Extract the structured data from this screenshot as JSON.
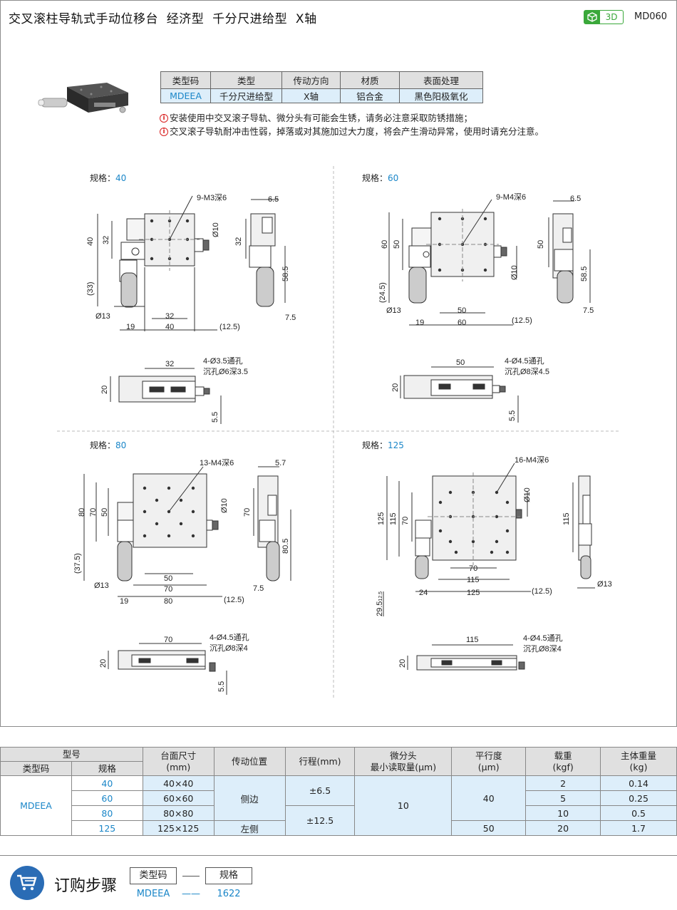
{
  "header": {
    "title": "交叉滚柱导轨式手动位移台  经济型  千分尺进给型  X轴",
    "badge_3d": "3D",
    "code": "MD060"
  },
  "spec_table": {
    "headers": [
      "类型码",
      "类型",
      "传动方向",
      "材质",
      "表面处理"
    ],
    "row": [
      "MDEEA",
      "千分尺进给型",
      "X轴",
      "铝合金",
      "黑色阳极氧化"
    ]
  },
  "notes": [
    "安装使用中交叉滚子导轨、微分头有可能会生锈，请务必注意采取防锈措施；",
    "交叉滚子导轨耐冲击性弱，掉落或对其施加过大力度，将会产生滑动异常，使用时请充分注意。"
  ],
  "drawings": {
    "spec_prefix": "规格：",
    "d40": {
      "size": "40",
      "top": {
        "holes": "9-M3深6",
        "d65": "6.5",
        "d40": "40",
        "d32v": "32",
        "d33": "(33)",
        "phi10": "Ø10",
        "d32r": "32",
        "d585": "58.5",
        "phi13": "Ø13",
        "d32h": "32",
        "d19": "19",
        "d40h": "40",
        "d125": "(12.5)",
        "d75": "7.5"
      },
      "side": {
        "d32": "32",
        "holes1": "4-Ø3.5通孔",
        "holes2": "沉孔Ø6深3.5",
        "d20": "20",
        "d55": "5.5"
      }
    },
    "d60": {
      "size": "60",
      "top": {
        "holes": "9-M4深6",
        "d65": "6.5",
        "d60": "60",
        "d50v": "50",
        "d245": "(24.5)",
        "phi10": "Ø10",
        "d50r": "50",
        "d585": "58.5",
        "phi13": "Ø13",
        "d50h": "50",
        "d19": "19",
        "d60h": "60",
        "d125": "(12.5)",
        "d75": "7.5"
      },
      "side": {
        "d50": "50",
        "holes1": "4-Ø4.5通孔",
        "holes2": "沉孔Ø8深4.5",
        "d20": "20",
        "d55": "5.5"
      }
    },
    "d80": {
      "size": "80",
      "top": {
        "holes": "13-M4深6",
        "d57": "5.7",
        "d80": "80",
        "d70": "70",
        "d50": "50",
        "d375": "(37.5)",
        "phi10": "Ø10",
        "d70r": "70",
        "d805": "80.5",
        "phi13": "Ø13",
        "d50h": "50",
        "d70h": "70",
        "d19": "19",
        "d80h": "80",
        "d125": "(12.5)",
        "d75": "7.5"
      },
      "side": {
        "d70": "70",
        "holes1": "4-Ø4.5通孔",
        "holes2": "沉孔Ø8深4",
        "d20": "20",
        "d55": "5.5"
      }
    },
    "d125": {
      "size": "125",
      "top": {
        "holes": "16-M4深6",
        "phi10": "Ø10",
        "d125v": "125",
        "d115v": "115",
        "d70v": "70",
        "d115r": "115",
        "phi13": "Ø13",
        "d70h": "70",
        "d115h": "115",
        "d24": "24",
        "d125h": "125",
        "d125p": "(12.5)",
        "d295": "29.5",
        "d295s": "12.5"
      },
      "side": {
        "d115": "115",
        "holes1": "4-Ø4.5通孔",
        "holes2": "沉孔Ø8深4",
        "d20": "20"
      }
    }
  },
  "main_table": {
    "headers": {
      "model": "型号",
      "type_code": "类型码",
      "spec": "规格",
      "table_size": "台面尺寸",
      "table_size_unit": "(mm)",
      "drive_pos": "传动位置",
      "stroke": "行程(mm)",
      "micrometer": "微分头",
      "min_read": "最小读取量(μm)",
      "parallel": "平行度",
      "parallel_unit": "(μm)",
      "load": "载重",
      "load_unit": "(kgf)",
      "weight": "主体重量",
      "weight_unit": "(kg)"
    },
    "type_code": "MDEEA",
    "rows": [
      {
        "spec": "40",
        "size": "40×40",
        "load": "2",
        "weight": "0.14"
      },
      {
        "spec": "60",
        "size": "60×60",
        "load": "5",
        "weight": "0.25"
      },
      {
        "spec": "80",
        "size": "80×80",
        "load": "10",
        "weight": "0.5"
      },
      {
        "spec": "125",
        "size": "125×125",
        "load": "20",
        "weight": "1.7"
      }
    ],
    "drive_side": "侧边",
    "drive_left": "左侧",
    "stroke_a": "±6.5",
    "stroke_b": "±12.5",
    "min_read": "10",
    "parallel_a": "40",
    "parallel_b": "50"
  },
  "order": {
    "title": "订购步骤",
    "box1": "类型码",
    "box2": "规格",
    "val1": "MDEEA",
    "val2": "1622",
    "dash": "——"
  },
  "colors": {
    "accent": "#1a86c8",
    "green": "#3aa83a",
    "cart": "#2a6cb5",
    "cell": "#ddeefa",
    "header": "#e0e0e0"
  }
}
